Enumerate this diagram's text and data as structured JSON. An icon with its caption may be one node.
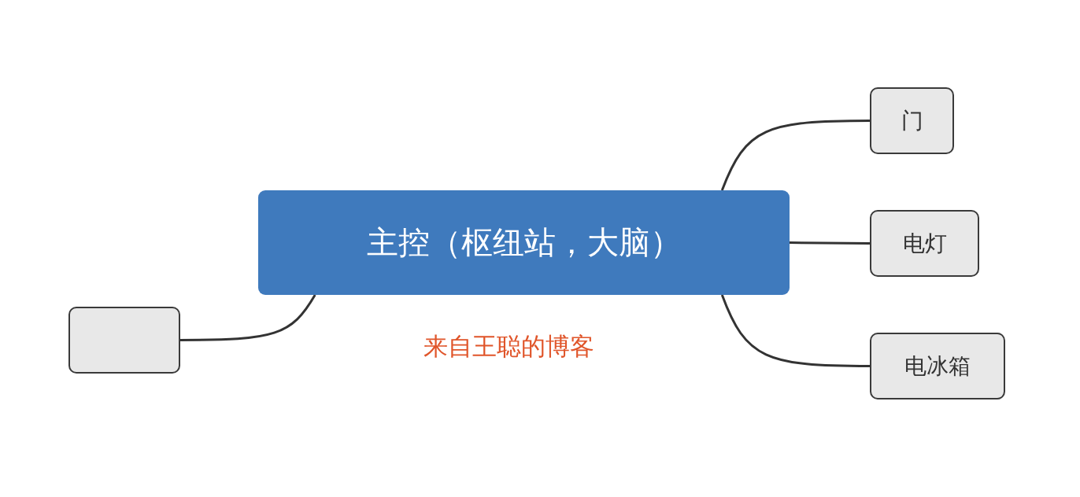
{
  "diagram": {
    "nodes": [
      {
        "text": [
          "主控（枢纽站，大脑）"
        ]
      },
      {
        "text": [
          "门"
        ]
      },
      {
        "text": [
          "电灯"
        ]
      },
      {
        "text": [
          "电冰箱"
        ]
      },
      {
        "text": [],
        "shape": "box"
      }
    ],
    "edges": [
      {
        "from": 0,
        "to": 1,
        "arrow": "none"
      },
      {
        "from": 0,
        "to": 2,
        "arrow": "none"
      },
      {
        "from": 0,
        "to": 3,
        "arrow": "none"
      },
      {
        "from": 0,
        "to": 4,
        "arrow": "none"
      }
    ],
    "labels": [
      "来自王聪的博客"
    ]
  }
}
